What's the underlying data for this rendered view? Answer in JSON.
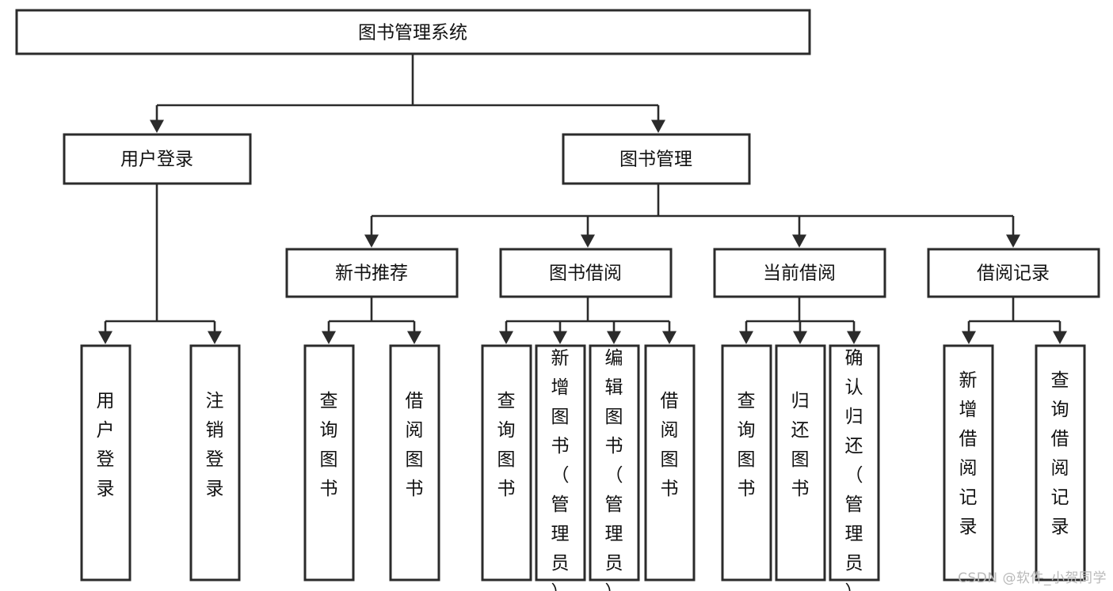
{
  "diagram": {
    "type": "tree-flowchart",
    "title": "图书管理系统",
    "watermark": "CSDN @软件_小贺同学",
    "colors": {
      "background": "#ffffff",
      "box_fill": "#ffffff",
      "box_stroke": "#2b2b2b",
      "text": "#111111",
      "watermark": "#b9b9b9"
    },
    "root": {
      "label": "图书管理系统"
    },
    "level2": [
      {
        "label": "用户登录"
      },
      {
        "label": "图书管理"
      }
    ],
    "level3": [
      {
        "label": "新书推荐"
      },
      {
        "label": "图书借阅"
      },
      {
        "label": "当前借阅"
      },
      {
        "label": "借阅记录"
      }
    ],
    "leaves": [
      {
        "label": "用户登录",
        "parent": "用户登录"
      },
      {
        "label": "注销登录",
        "parent": "用户登录"
      },
      {
        "label": "查询图书",
        "parent": "新书推荐"
      },
      {
        "label": "借阅图书",
        "parent": "新书推荐"
      },
      {
        "label": "查询图书",
        "parent": "图书借阅"
      },
      {
        "label": "新增图书（管理员）",
        "parent": "图书借阅"
      },
      {
        "label": "编辑图书（管理员）",
        "parent": "图书借阅"
      },
      {
        "label": "借阅图书",
        "parent": "图书借阅"
      },
      {
        "label": "查询图书",
        "parent": "当前借阅"
      },
      {
        "label": "归还图书",
        "parent": "当前借阅"
      },
      {
        "label": "确认归还（管理员）",
        "parent": "当前借阅"
      },
      {
        "label": "新增借阅记录",
        "parent": "借阅记录"
      },
      {
        "label": "查询借阅记录",
        "parent": "借阅记录"
      }
    ]
  }
}
